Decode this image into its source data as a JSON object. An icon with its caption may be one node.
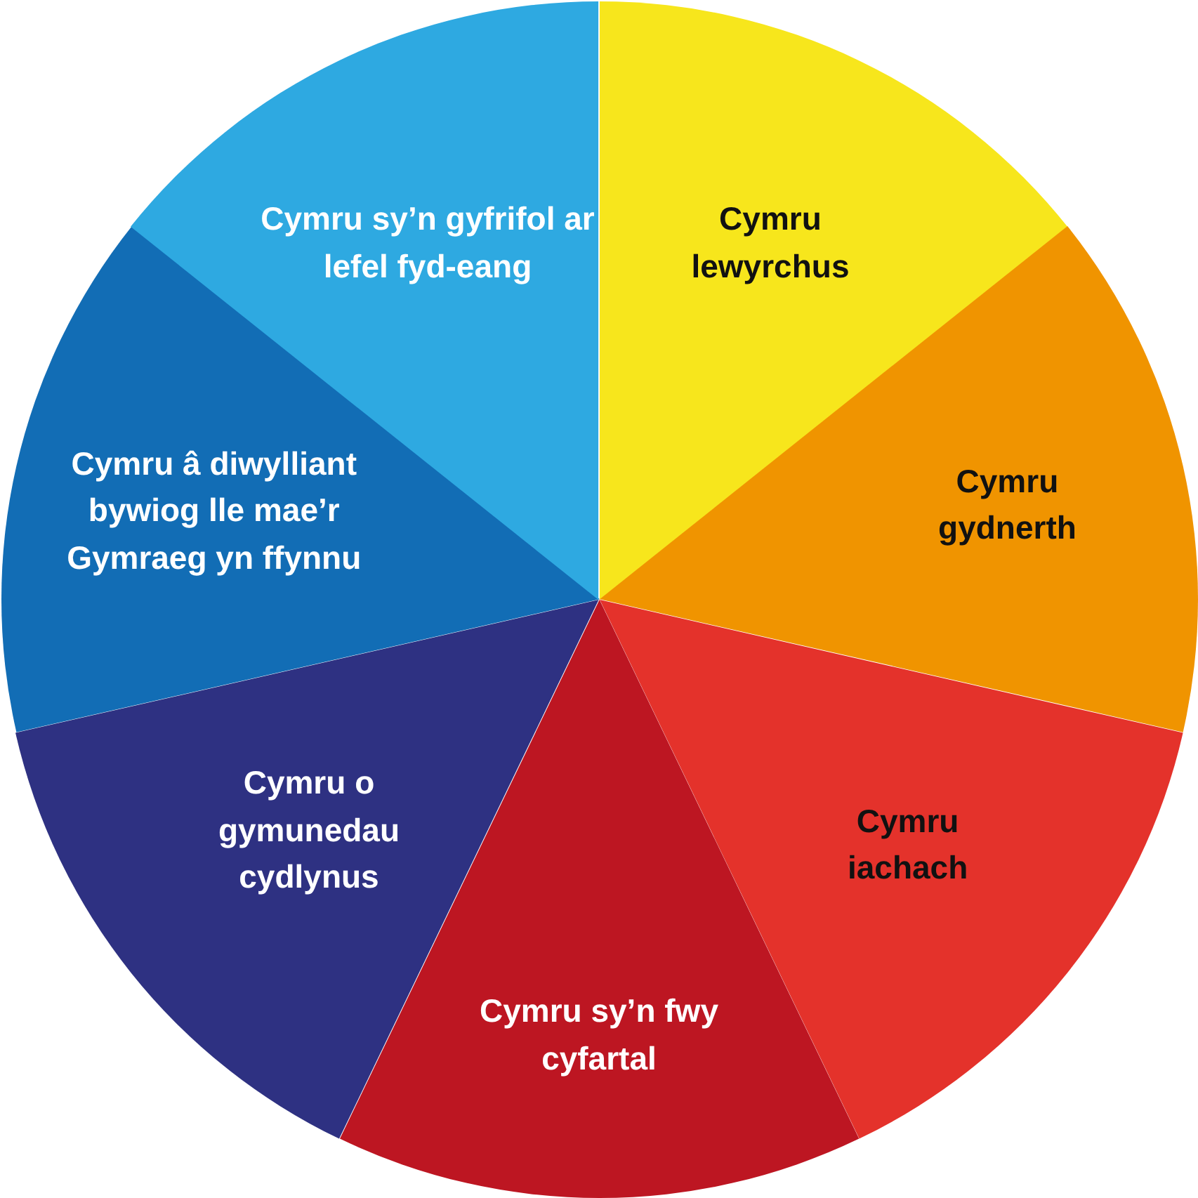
{
  "diagram": {
    "nodes": [
      {
        "text": [
          "Cymru lewyrchus"
        ]
      },
      {
        "text": [
          "Cymru gydnerth"
        ]
      },
      {
        "text": [
          "Cymru iachach"
        ]
      },
      {
        "text": [
          "Cymru sy’n fwy cyfartal"
        ]
      },
      {
        "text": [
          "Cymru o gymunedau cydlynus"
        ]
      },
      {
        "text": [
          "Cymru â diwylliant bywiog lle mae’r Gymraeg yn ffynnu"
        ]
      },
      {
        "text": [
          "Cymru sy’n gyfrifol ar lefel fyd-eang"
        ]
      }
    ]
  }
}
